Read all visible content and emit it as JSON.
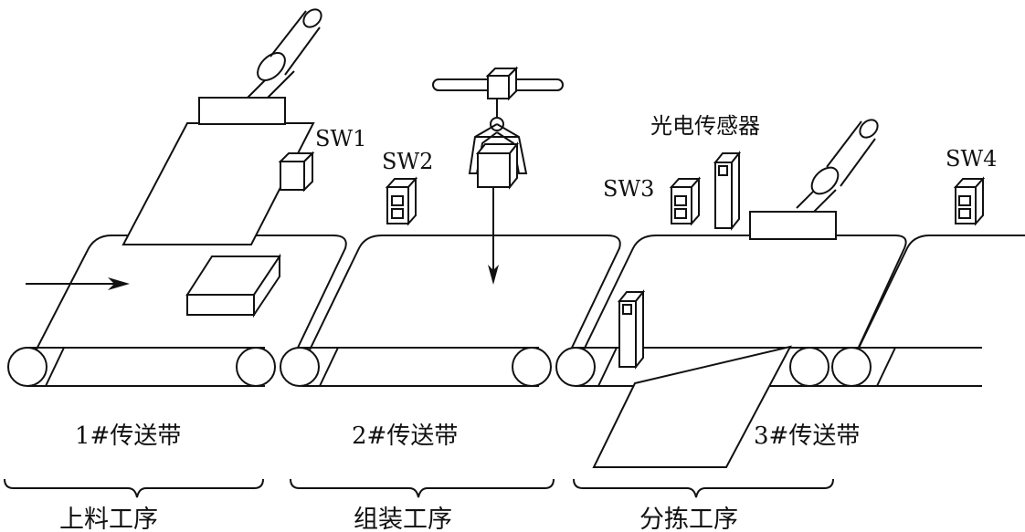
{
  "labels": {
    "sw1": "SW1",
    "sw2": "SW2",
    "sw3": "SW3",
    "sw4": "SW4",
    "photo_sensor": "光电传感器",
    "belt1": "1#传送带",
    "belt2": "2#传送带",
    "belt3": "3#传送带",
    "stage_loading": "上料工序",
    "stage_assembly": "组装工序",
    "stage_sorting": "分拣工序"
  },
  "colors": {
    "line": "#111111",
    "background": "#ffffff"
  }
}
